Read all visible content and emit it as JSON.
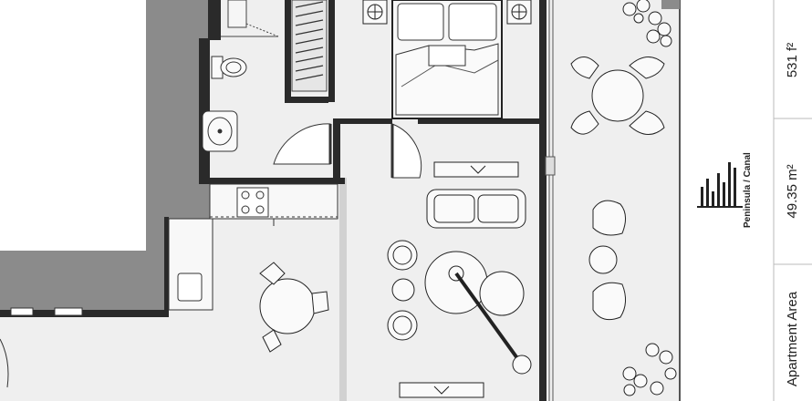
{
  "brand": {
    "name": "Peninsula / Canal"
  },
  "sidebar": {
    "area_sqft": "531 f²",
    "area_sqm": "49.35 m²",
    "area_label": "Apartment Area"
  },
  "colors": {
    "outside_gray": "#8a8a8a",
    "floor": "#efefef",
    "wall": "#2a2a2a",
    "line": "#333333"
  }
}
